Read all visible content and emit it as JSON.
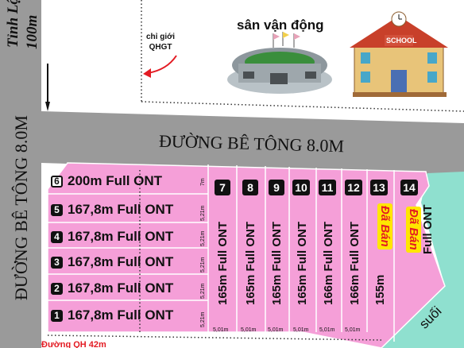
{
  "top_labels": {
    "road_left_top": "Tỉnh Lộ",
    "road_left_width": "100m",
    "boundary_note_line1": "chỉ giới",
    "boundary_note_line2": "QHGT",
    "stadium": "sân vận động",
    "school_sign": "SCHOOL"
  },
  "roads": {
    "horizontal": "ĐƯỜNG BÊ TÔNG 8.0M",
    "vertical": "ĐƯỜNG BÊ TÔNG 8.0M",
    "bottom": "Đường QH 42m",
    "stream": "suối"
  },
  "horizontal_lots": [
    {
      "number": "6",
      "text": "200m Full ONT",
      "depth": "7m"
    },
    {
      "number": "5",
      "text": "167,8m Full ONT",
      "depth": "5,21m"
    },
    {
      "number": "4",
      "text": "167,8m Full ONT",
      "depth": "5,21m"
    },
    {
      "number": "3",
      "text": "167,8m Full ONT",
      "depth": "5,21m"
    },
    {
      "number": "2",
      "text": "167,8m Full ONT",
      "depth": "5,21m"
    },
    {
      "number": "1",
      "text": "167,8m Full ONT",
      "depth": "5,21m"
    }
  ],
  "vertical_lots": [
    {
      "number": "7",
      "text": "165m Full ONT",
      "width": "5,01m"
    },
    {
      "number": "8",
      "text": "165m Full ONT",
      "width": "5,01m"
    },
    {
      "number": "9",
      "text": "165m Full ONT",
      "width": "5,01m"
    },
    {
      "number": "10",
      "text": "165m Full ONT",
      "width": "5,01m"
    },
    {
      "number": "11",
      "text": "166m Full ONT",
      "width": "5,01m"
    },
    {
      "number": "12",
      "text": "166m Full ONT",
      "width": "5,01m"
    },
    {
      "number": "13",
      "text": "155m",
      "sold": "Đã Bán",
      "width": ""
    },
    {
      "number": "14",
      "text": "Full ONT",
      "sold": "Đã Bán",
      "width": ""
    }
  ],
  "colors": {
    "lot_fill": "#f59fd8",
    "road": "#9b9b9b",
    "stream": "#8fe0cf",
    "sold_bg": "#ffe600",
    "sold_text": "#e31b23",
    "arrow": "#e31b23"
  }
}
